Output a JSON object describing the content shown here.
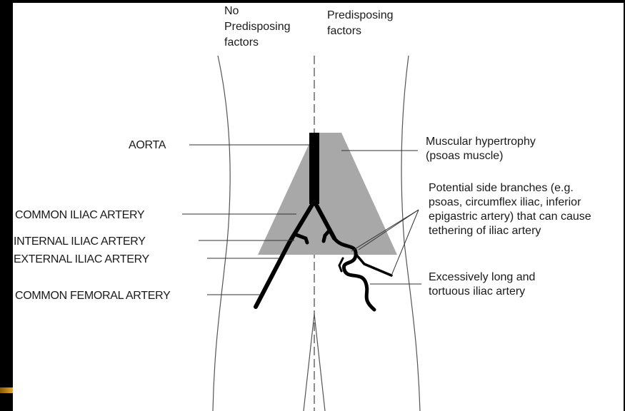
{
  "header": {
    "left_lines": [
      "No",
      "Predisposing",
      "factors"
    ],
    "right_lines": [
      "Predisposing",
      "factors"
    ]
  },
  "left_labels": {
    "aorta": "AORTA",
    "common_iliac": "COMMON ILIAC ARTERY",
    "internal_iliac": "INTERNAL ILIAC ARTERY",
    "external_iliac": "EXTERNAL ILIAC ARTERY",
    "common_femoral": "COMMON FEMORAL ARTERY"
  },
  "right_labels": {
    "muscular": [
      "Muscular hypertrophy",
      "(psoas muscle)"
    ],
    "side_branches": [
      "Potential side branches (e.g.",
      "psoas, circumflex iliac, inferior",
      "epigastric artery) that can cause",
      "tethering of iliac artery"
    ],
    "tortuous": [
      "Excessively long and",
      "tortuous iliac artery"
    ]
  },
  "colors": {
    "background": "#000000",
    "panel": "#ffffff",
    "psoas_fill": "#a8a8a8",
    "artery": "#000000",
    "accent": "#e8a427"
  }
}
